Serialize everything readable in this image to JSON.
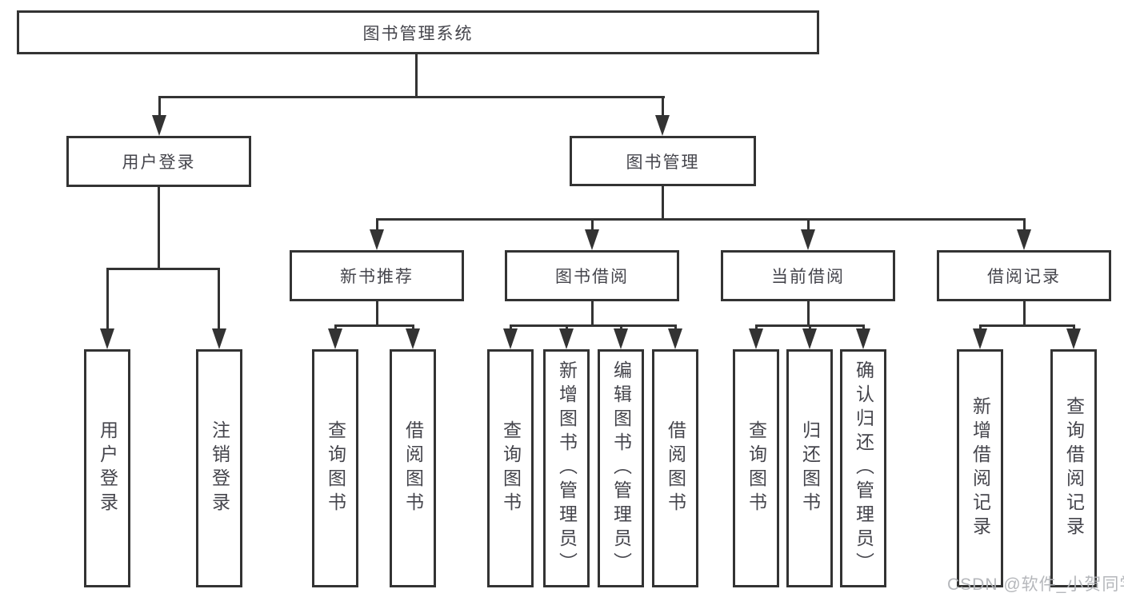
{
  "tree": {
    "label": "图书管理系统",
    "children": [
      {
        "label": "用户登录",
        "children": [
          {
            "label": "用户登录"
          },
          {
            "label": "注销登录"
          }
        ]
      },
      {
        "label": "图书管理",
        "children": [
          {
            "label": "新书推荐",
            "children": [
              {
                "label": "查询图书"
              },
              {
                "label": "借阅图书"
              }
            ]
          },
          {
            "label": "图书借阅",
            "children": [
              {
                "label": "查询图书"
              },
              {
                "label": "新增图书（管理员）"
              },
              {
                "label": "编辑图书（管理员）"
              },
              {
                "label": "借阅图书"
              }
            ]
          },
          {
            "label": "当前借阅",
            "children": [
              {
                "label": "查询图书"
              },
              {
                "label": "归还图书"
              },
              {
                "label": "确认归还（管理员）"
              }
            ]
          },
          {
            "label": "借阅记录",
            "children": [
              {
                "label": "新增借阅记录"
              },
              {
                "label": "查询借阅记录"
              }
            ]
          }
        ]
      }
    ]
  },
  "watermark": {
    "text": "CSDN @软件_小贺同学"
  },
  "colors": {
    "line": "#333333",
    "node_border": "#333333",
    "node_text": "#45454c",
    "watermark_text": "#b2b4b8",
    "background": "#ffffff"
  }
}
